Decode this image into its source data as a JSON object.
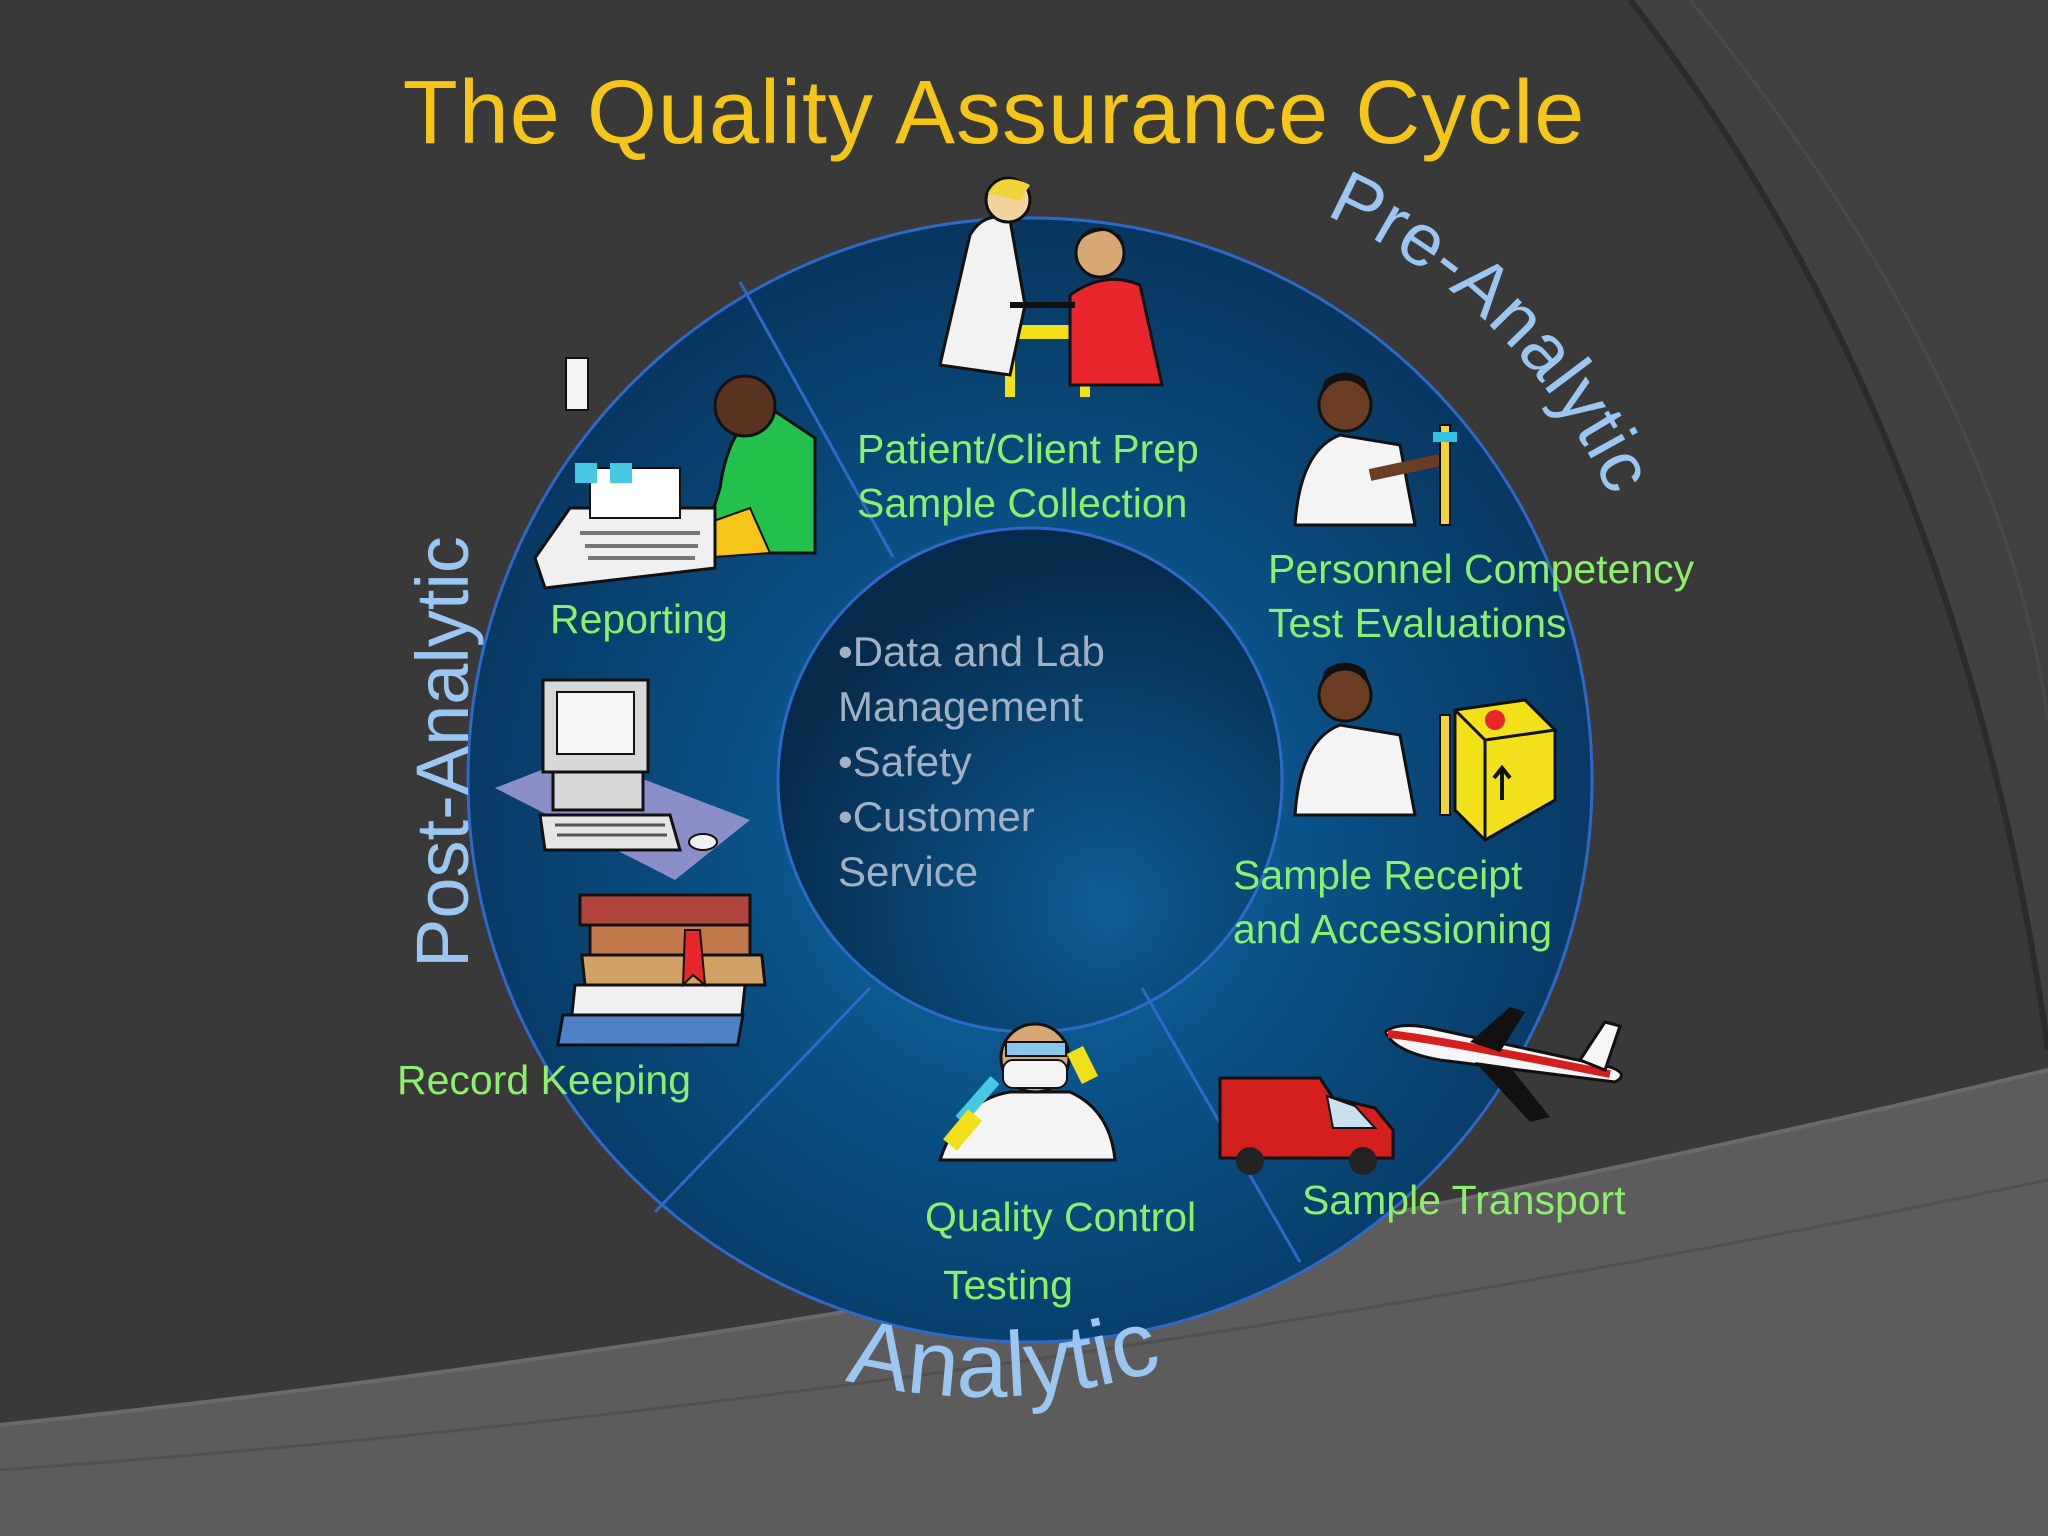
{
  "title": "The Quality Assurance Cycle",
  "phases": {
    "pre": "Pre-Analytic",
    "analytic": "Analytic",
    "post": "Post-Analytic"
  },
  "steps": {
    "patient_prep": [
      "Patient/Client Prep",
      "Sample Collection"
    ],
    "personnel": [
      "Personnel Competency",
      "Test Evaluations"
    ],
    "receipt": [
      "Sample Receipt",
      "and Accessioning"
    ],
    "transport": "Sample Transport",
    "qc": [
      "Quality Control",
      "Testing"
    ],
    "record": "Record Keeping",
    "reporting": "Reporting"
  },
  "center": [
    "•Data and Lab",
    "Management",
    "•Safety",
    "•Customer",
    "Service"
  ],
  "colors": {
    "title": "#f5c518",
    "label": "#8cf06a",
    "phase": "#9cc6f2",
    "center_text": "#9fb1c2",
    "ring_outline": "#2f69c8"
  },
  "icons": [
    "nurse-patient-icon",
    "lab-technician-icon",
    "lab-technician-box-icon",
    "delivery-van-icon",
    "airplane-icon",
    "scientist-testtube-icon",
    "stacked-books-icon",
    "desktop-computer-icon",
    "fax-phone-person-icon"
  ]
}
